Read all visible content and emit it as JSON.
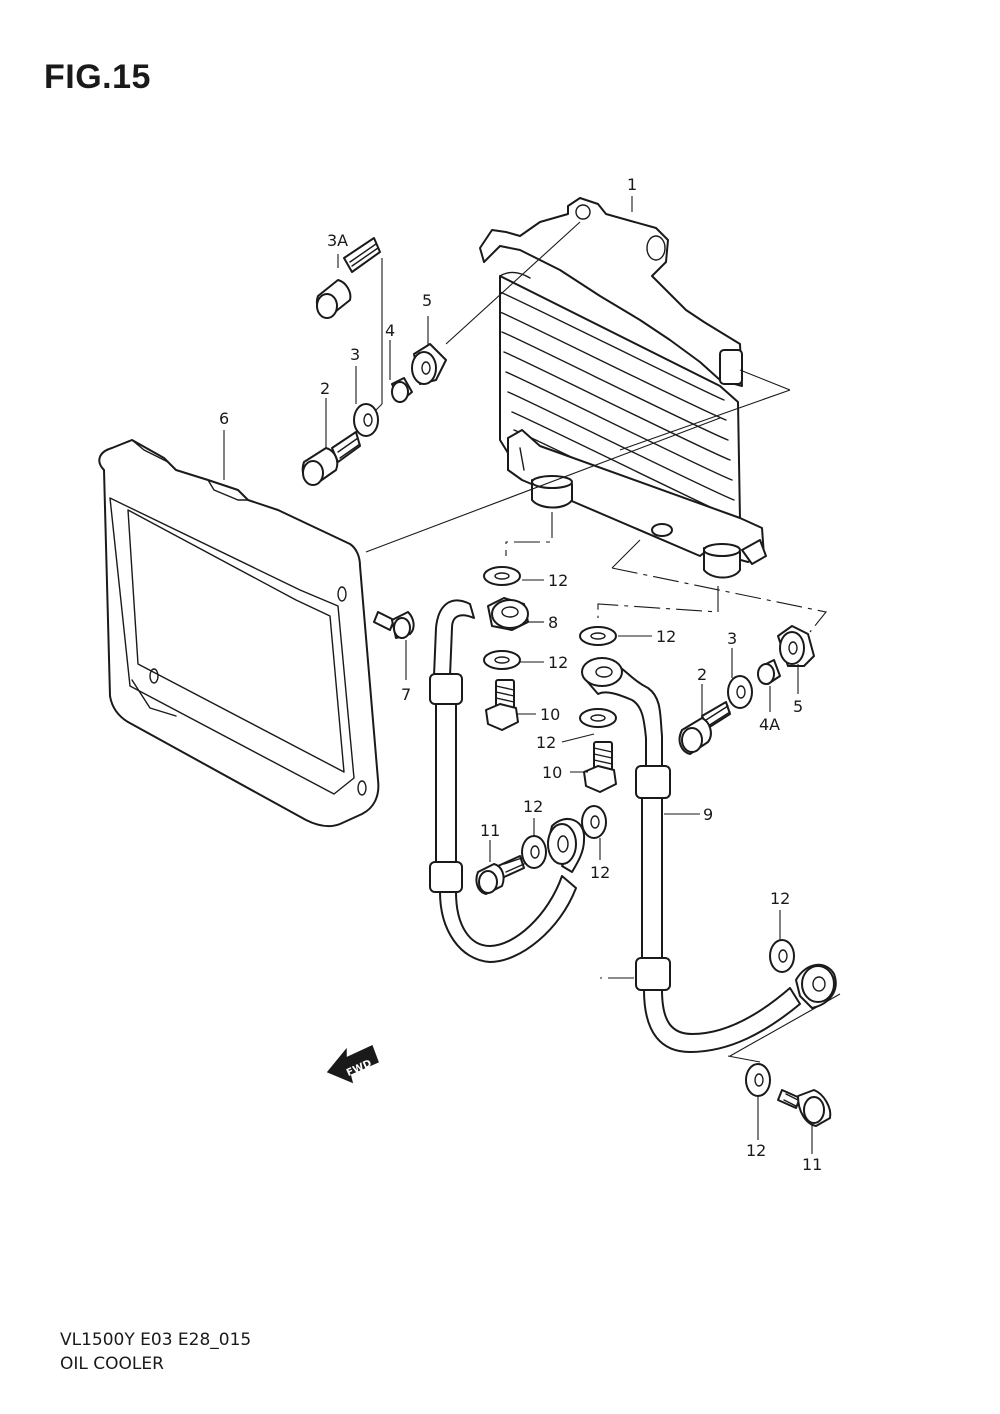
{
  "figure": {
    "title": "FIG.15"
  },
  "footer": {
    "model_code": "VL1500Y  E03  E28_015",
    "section_name": "OIL COOLER"
  },
  "fwd_arrow": {
    "label": "FWD",
    "icon": "fwd-arrow-icon"
  },
  "callouts": {
    "c1": "1",
    "c2a": "2",
    "c2b": "2",
    "c3a": "3",
    "c3b": "3",
    "c3A": "3A",
    "c4": "4",
    "c4A": "4A",
    "c5a": "5",
    "c5b": "5",
    "c6": "6",
    "c7": "7",
    "c8": "8",
    "c9": "9",
    "c10a": "10",
    "c10b": "10",
    "c11a": "11",
    "c11b": "11",
    "c12a": "12",
    "c12b": "12",
    "c12c": "12",
    "c12d": "12",
    "c12e": "12",
    "c12f": "12",
    "c12g": "12",
    "c12h": "12"
  }
}
